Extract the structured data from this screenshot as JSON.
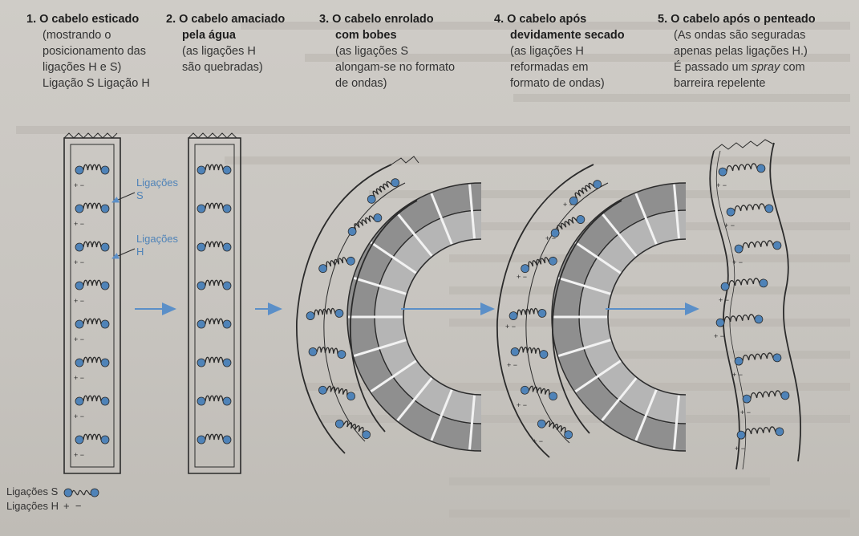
{
  "steps": [
    {
      "number": "1.",
      "title": "O cabelo esticado",
      "desc": [
        "(mostrando o",
        "posicionamento das",
        "ligações H e S)",
        "Ligação S  Ligação H"
      ]
    },
    {
      "number": "2.",
      "title": "O cabelo amaciado",
      "title2": "pela água",
      "desc": [
        "(as ligações H",
        "são quebradas)"
      ]
    },
    {
      "number": "3.",
      "title": "O cabelo enrolado",
      "title2": "com bobes",
      "desc": [
        "(as ligações S",
        "alongam-se no formato",
        "de ondas)"
      ]
    },
    {
      "number": "4.",
      "title": "O cabelo após",
      "title2": "devidamente secado",
      "desc": [
        "(as ligações H",
        "reformadas em",
        "formato de ondas)"
      ]
    },
    {
      "number": "5.",
      "title": "O cabelo após o penteado",
      "desc": [
        "(As ondas são seguradas",
        "apenas pelas ligações H.)",
        "É passado um ",
        "spray",
        " com",
        "barreira repelente"
      ]
    }
  ],
  "callouts": {
    "s_bonds": [
      "Ligações",
      "S"
    ],
    "h_bonds": [
      "Ligações",
      "H"
    ]
  },
  "legend": {
    "s_label": "Ligações S",
    "h_label": "Ligações H",
    "h_symbols": "+  −"
  },
  "colors": {
    "bond_blue": "#4f83b8",
    "arrow_blue": "#5b8fc8",
    "curler_dark": "#8f8f8f",
    "curler_light": "#b5b5b5",
    "ink": "#2b2b2b"
  }
}
